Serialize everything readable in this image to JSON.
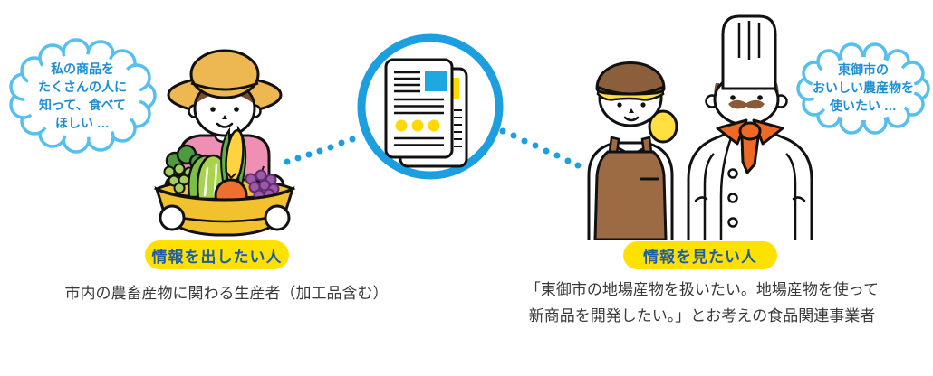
{
  "diagram": {
    "left": {
      "thought_bubble_lines": [
        "私の商品を",
        "たくさんの人に",
        "知って、食べて",
        "ほしい …"
      ],
      "character": "farmer-holding-vegetable-basket",
      "label": "情報を出したい人",
      "description": "市内の農畜産物に関わる生産者（加工品含む）"
    },
    "center": {
      "icon": "documents-in-circle-icon"
    },
    "right": {
      "thought_bubble_lines": [
        "東御市の",
        "おいしい農産物を",
        "使いたい …"
      ],
      "characters": [
        "shop-staff-woman",
        "chef"
      ],
      "label": "情報を見たい人",
      "description_lines": [
        "「東御市の地場産物を扱いたい。地場産物を使って",
        "新商品を開発したい。」とお考えの食品関連事業者"
      ]
    },
    "colors": {
      "bubble_border": "#55BFEF",
      "bubble_text": "#1E8FD5",
      "label_background": "#FFE100",
      "label_text": "#1D5DA8",
      "connector_blue": "#1B9FE0",
      "document_accent_blue": "#1FA8E0",
      "document_accent_yellow": "#FFD900",
      "description_text": "#3A3A3A"
    }
  }
}
